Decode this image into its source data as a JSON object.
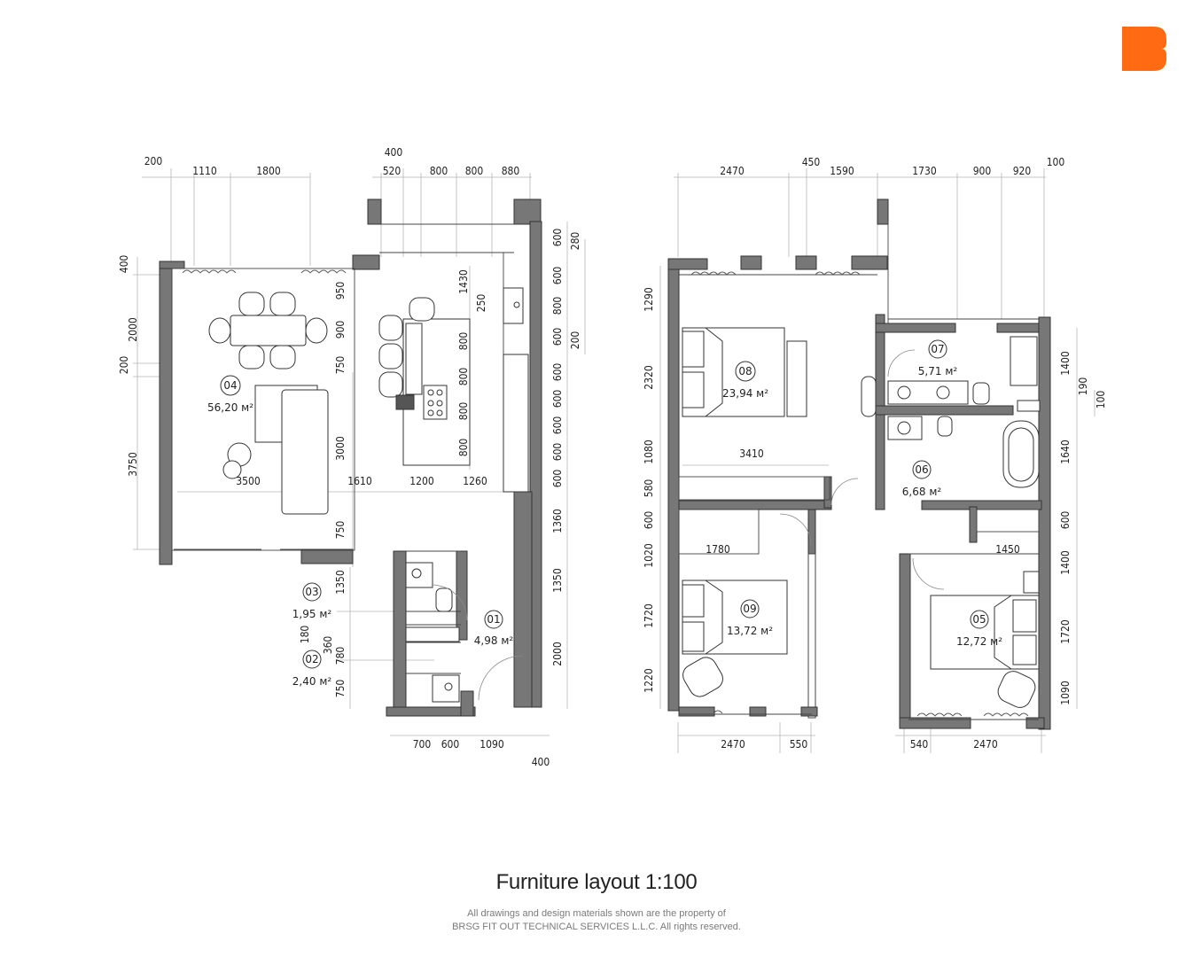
{
  "logo": {
    "color": "#ff6a13",
    "icon": "brand-b-logo"
  },
  "caption": {
    "title": "Furniture layout 1:100",
    "copyright_line1": "All drawings and design materials shown are the property of",
    "copyright_line2": "BRSG FIT OUT TECHNICAL SERVICES L.L.C. All rights reserved."
  },
  "rooms": [
    {
      "id": "01",
      "area": "4,98 м²"
    },
    {
      "id": "02",
      "area": "2,40 м²"
    },
    {
      "id": "03",
      "area": "1,95 м²"
    },
    {
      "id": "04",
      "area": "56,20 м²"
    },
    {
      "id": "05",
      "area": "12,72 м²"
    },
    {
      "id": "06",
      "area": "6,68 м²"
    },
    {
      "id": "07",
      "area": "5,71 м²"
    },
    {
      "id": "08",
      "area": "23,94 м²"
    },
    {
      "id": "09",
      "area": "13,72 м²"
    }
  ],
  "dims": {
    "a1": "200",
    "a2": "1110",
    "a3": "1800",
    "a4": "400",
    "a5": "520",
    "a6": "800",
    "a7": "800",
    "a8": "880",
    "b1": "2470",
    "b2": "450",
    "b3": "1590",
    "b4": "1730",
    "b5": "900",
    "b6": "920",
    "b7": "100",
    "l1": "400",
    "l2": "2000",
    "l3": "200",
    "l4": "3750",
    "r1": "600",
    "r2": "280",
    "r3": "600",
    "r4": "800",
    "r5": "600",
    "r6": "200",
    "r7": "600",
    "r8": "600",
    "r9": "600",
    "r10": "600",
    "r11": "600",
    "r12": "1360",
    "r13": "1350",
    "r14": "2000",
    "i1": "950",
    "i2": "900",
    "i3": "750",
    "i4": "3000",
    "i5": "750",
    "i6": "1430",
    "i7": "250",
    "i8": "800",
    "i9": "800",
    "i10": "800",
    "i11": "800",
    "h1": "3500",
    "h2": "1610",
    "h3": "1200",
    "h4": "1260",
    "s1": "1350",
    "s2": "180",
    "s3": "360",
    "s4": "780",
    "s5": "750",
    "c1": "700",
    "c2": "600",
    "c3": "1090",
    "c4": "400",
    "m1": "1290",
    "m2": "2320",
    "m3": "1080",
    "m4": "580",
    "m5": "600",
    "m6": "1020",
    "m7": "1720",
    "m8": "1220",
    "n1": "1400",
    "n2": "190",
    "n3": "100",
    "n4": "1640",
    "n5": "600",
    "n6": "1400",
    "n7": "1720",
    "n8": "1090",
    "k1": "3410",
    "k2": "1780",
    "k3": "1450",
    "d1": "2470",
    "d2": "550",
    "d3": "540",
    "d4": "2470"
  }
}
